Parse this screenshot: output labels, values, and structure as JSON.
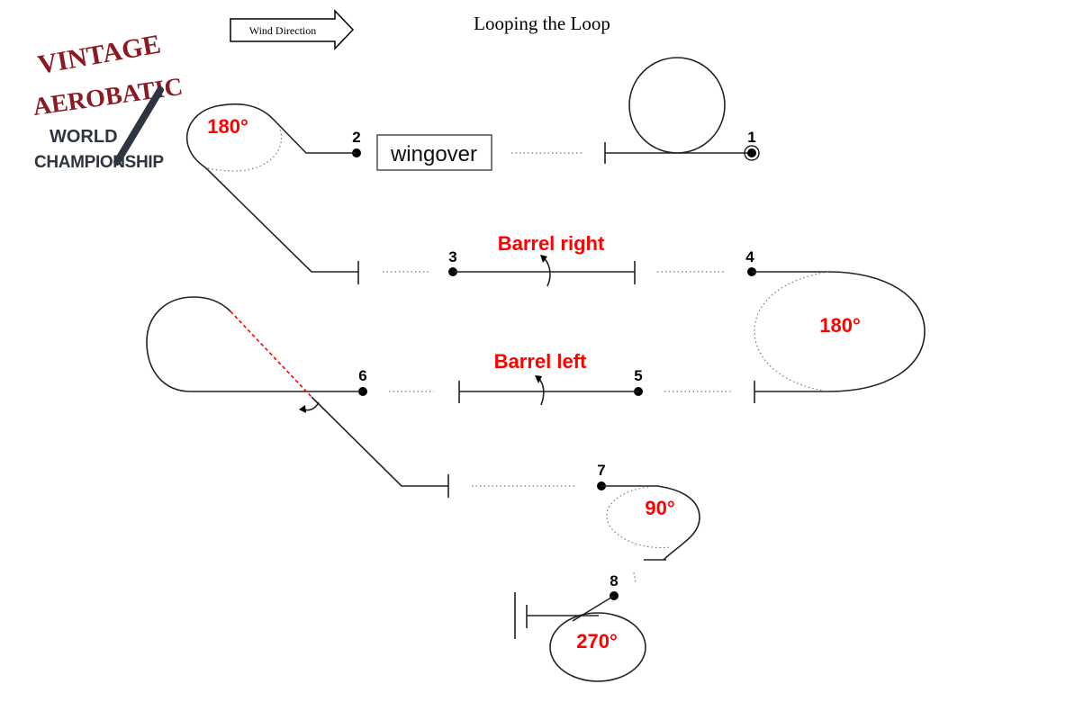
{
  "header": {
    "title": "Looping the Loop",
    "wind_label": "Wind Direction"
  },
  "logo": {
    "line1": "VINTAGE",
    "line2": "AEROBATIC",
    "line3": "WORLD",
    "line4": "CHAMPIONSHIP"
  },
  "figure": {
    "points": [
      "1",
      "2",
      "3",
      "4",
      "5",
      "6",
      "7",
      "8"
    ],
    "wingover_label": "wingover",
    "barrel_right": "Barrel right",
    "barrel_left": "Barrel left",
    "turn_top_left": "180°",
    "turn_right": "180°",
    "turn_90": "90°",
    "turn_270": "270°"
  },
  "colors": {
    "accent": "#ff0000",
    "logo_red": "#8b1a22",
    "logo_dark": "#2e3540"
  }
}
